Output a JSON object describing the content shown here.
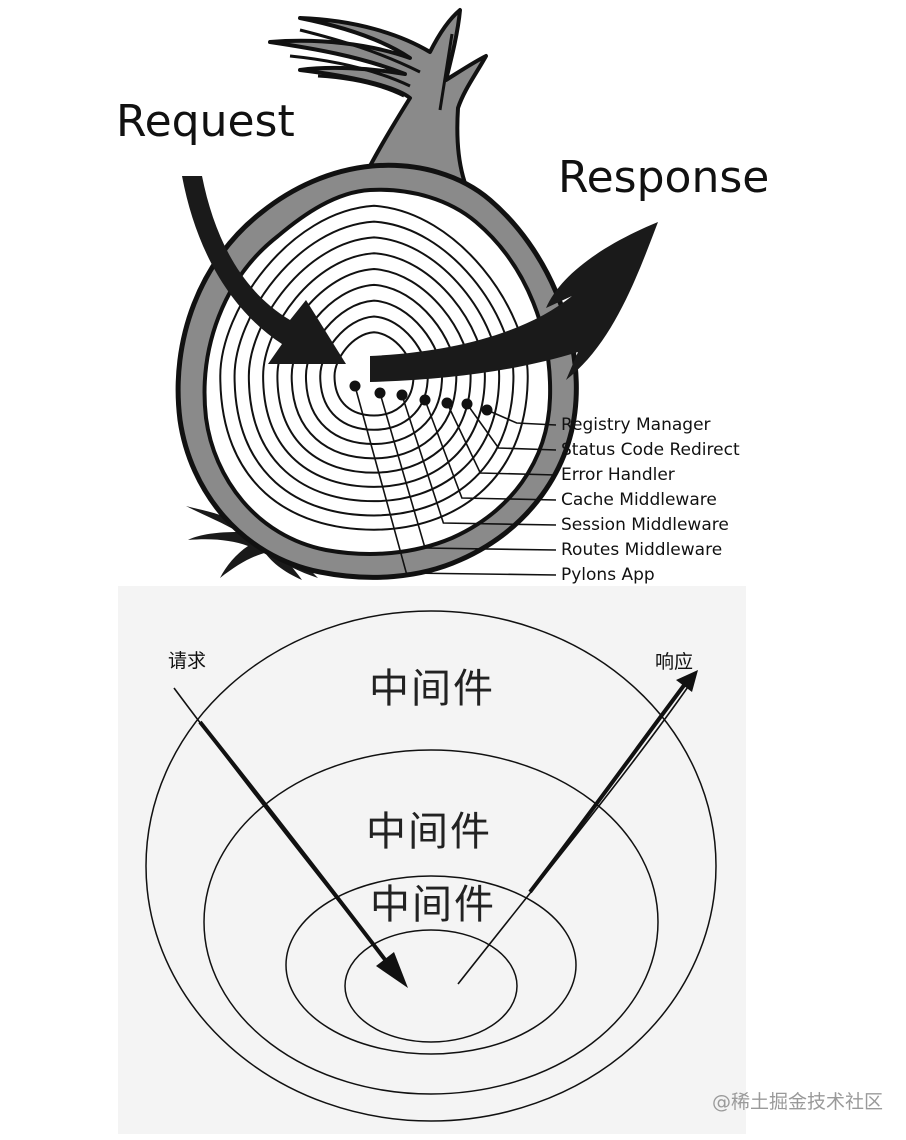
{
  "top": {
    "request_label": "Request",
    "response_label": "Response",
    "layers": [
      "Registry Manager",
      "Status Code Redirect",
      "Error Handler",
      "Cache Middleware",
      "Session Middleware",
      "Routes Middleware",
      "Pylons App"
    ]
  },
  "bottom": {
    "request_label": "请求",
    "response_label": "响应",
    "middleware_labels": [
      "中间件",
      "中间件",
      "中间件"
    ]
  },
  "watermark": "@稀土掘金技术社区"
}
